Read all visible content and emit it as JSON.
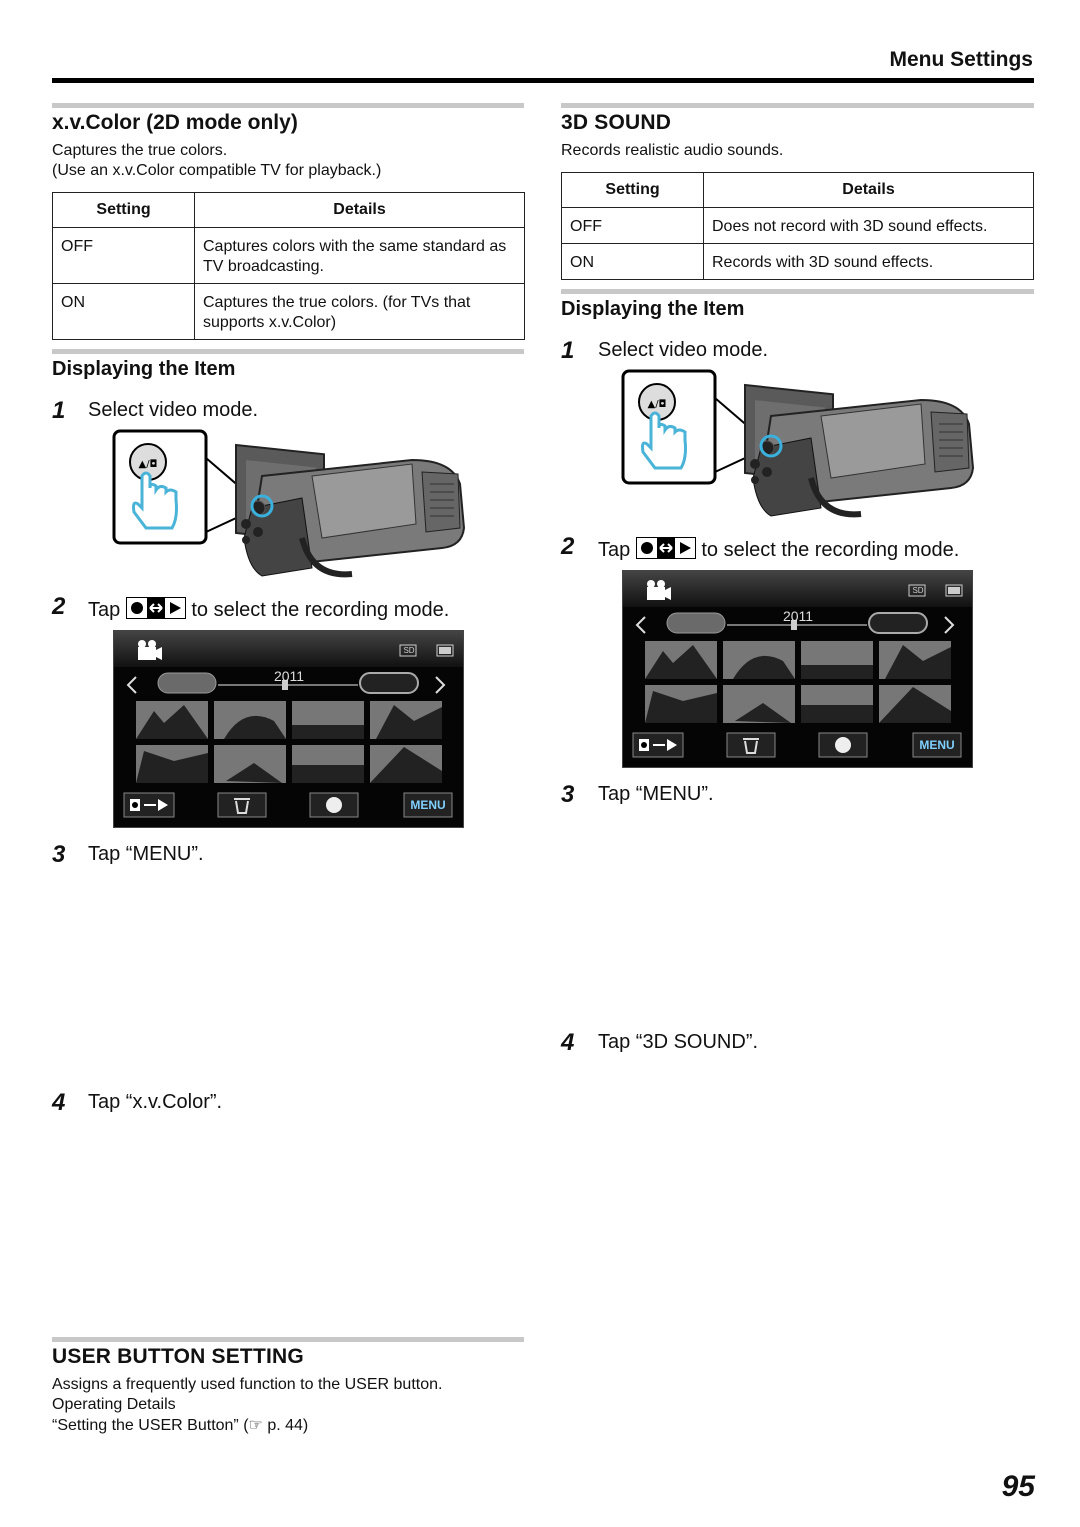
{
  "header": {
    "title": "Menu Settings"
  },
  "xvcolor": {
    "title": "x.v.Color (2D mode only)",
    "desc_line1": "Captures the true colors.",
    "desc_line2": "(Use an x.v.Color compatible TV for playback.)",
    "table": {
      "col_setting": "Setting",
      "col_details": "Details",
      "rows": [
        {
          "setting": "OFF",
          "details": "Captures colors with the same standard as TV broadcasting."
        },
        {
          "setting": "ON",
          "details": "Captures the true colors. (for TVs that supports x.v.Color)"
        }
      ]
    },
    "display_heading": "Displaying the Item",
    "steps": [
      {
        "num": "1",
        "text": "Select video mode."
      },
      {
        "num": "2",
        "text_before": "Tap",
        "text_after": "to select the recording mode."
      },
      {
        "num": "3",
        "text": "Tap “MENU”."
      },
      {
        "num": "4",
        "text": "Tap “x.v.Color”."
      }
    ]
  },
  "sound3d": {
    "title": "3D SOUND",
    "desc": "Records realistic audio sounds.",
    "table": {
      "col_setting": "Setting",
      "col_details": "Details",
      "rows": [
        {
          "setting": "OFF",
          "details": "Does not record with 3D sound effects."
        },
        {
          "setting": "ON",
          "details": "Records with 3D sound effects."
        }
      ]
    },
    "display_heading": "Displaying the Item",
    "steps": [
      {
        "num": "1",
        "text": "Select video mode."
      },
      {
        "num": "2",
        "text_before": "Tap",
        "text_after": "to select the recording mode."
      },
      {
        "num": "3",
        "text": "Tap “MENU”."
      },
      {
        "num": "4",
        "text": "Tap “3D SOUND”."
      }
    ]
  },
  "lcd": {
    "year": "2011",
    "sd_label": "SD",
    "menu_label": "MENU"
  },
  "user_button": {
    "title": "USER BUTTON SETTING",
    "desc": "Assigns a frequently used function to the USER button.",
    "op_details": "Operating Details",
    "link_text": "“Setting the USER Button” (",
    "link_page": " p. 44)"
  },
  "page_number": "95"
}
